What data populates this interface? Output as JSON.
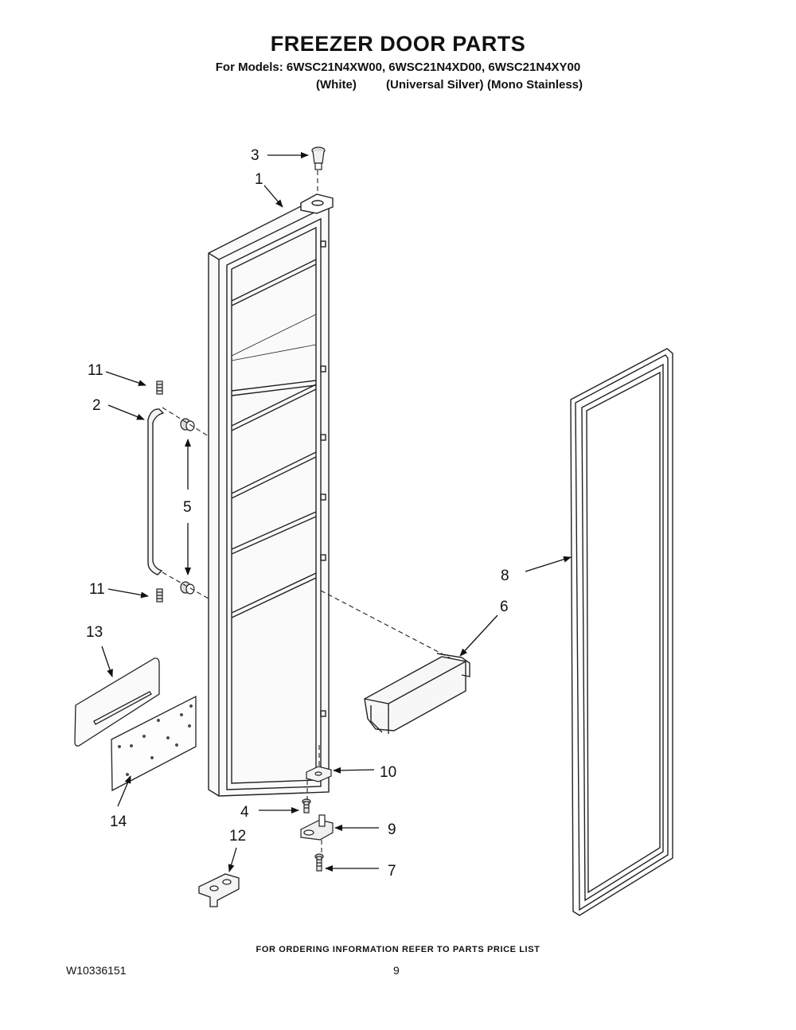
{
  "header": {
    "title": "FREEZER DOOR PARTS",
    "models_line": "For Models: 6WSC21N4XW00, 6WSC21N4XD00, 6WSC21N4XY00",
    "finishes": [
      "(White)",
      "(Universal Silver)",
      "(Mono Stainless)"
    ]
  },
  "callouts": [
    "1",
    "2",
    "3",
    "4",
    "5",
    "6",
    "7",
    "8",
    "9",
    "10",
    "11",
    "11",
    "12",
    "13",
    "14"
  ],
  "footer": {
    "ordering_note": "FOR ORDERING INFORMATION REFER TO PARTS PRICE LIST",
    "document_number": "W10336151",
    "page_number": "9"
  }
}
